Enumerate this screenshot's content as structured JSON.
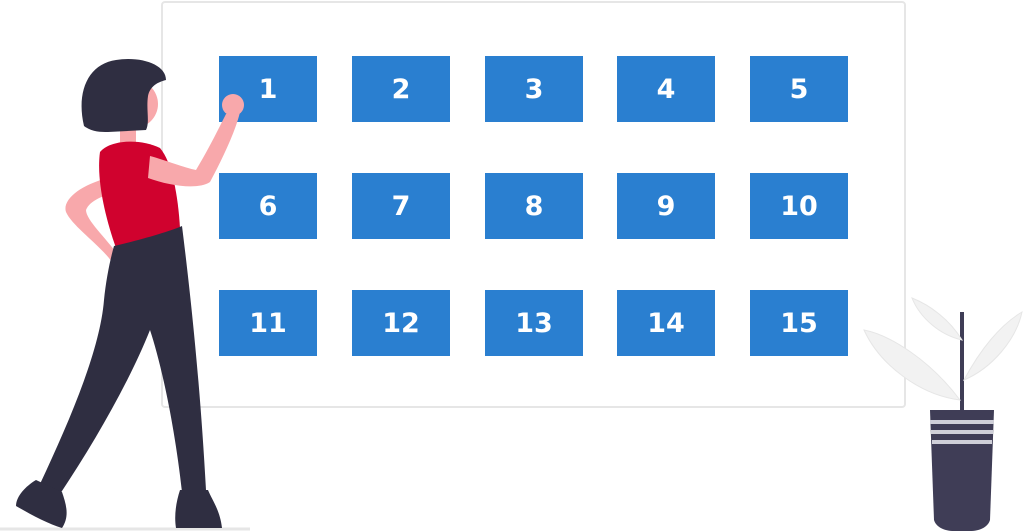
{
  "tiles": [
    "1",
    "2",
    "3",
    "4",
    "5",
    "6",
    "7",
    "8",
    "9",
    "10",
    "11",
    "12",
    "13",
    "14",
    "15"
  ],
  "colors": {
    "tile": "#2a7fd0",
    "tile_text": "#ffffff",
    "board_border": "#e6e6e6",
    "shirt": "#d0022e",
    "skin": "#f8a8ab",
    "hair": "#2f2e41",
    "pants": "#2f2e41",
    "pot": "#3f3d56",
    "leaf": "#f2f2f2"
  },
  "illustration": {
    "person": "woman-pointing-illustration",
    "plant": "potted-plant-illustration"
  }
}
